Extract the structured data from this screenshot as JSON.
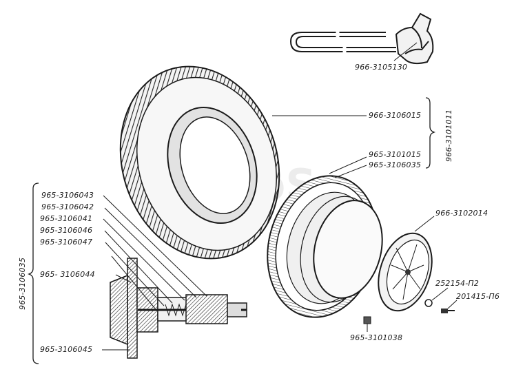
{
  "parts": {
    "clamp": "966-3105130",
    "tire": "966-3106015",
    "tire_assembly": "966-3101011",
    "rim_1": "965-3101015",
    "rim_2": "965-3106035",
    "hubcap": "966-3102014",
    "washer": "252154-П2",
    "screw": "201415-П6",
    "nut": "965-3101038",
    "valve_group": "965-3106035",
    "valve_43": "965-3106043",
    "valve_42": "965-3106042",
    "valve_41": "965-3106041",
    "valve_46": "965-3106046",
    "valve_47": "965-3106047",
    "valve_44": "965- 3106044",
    "valve_45": "965-3106045"
  },
  "watermark": "AutoS..."
}
